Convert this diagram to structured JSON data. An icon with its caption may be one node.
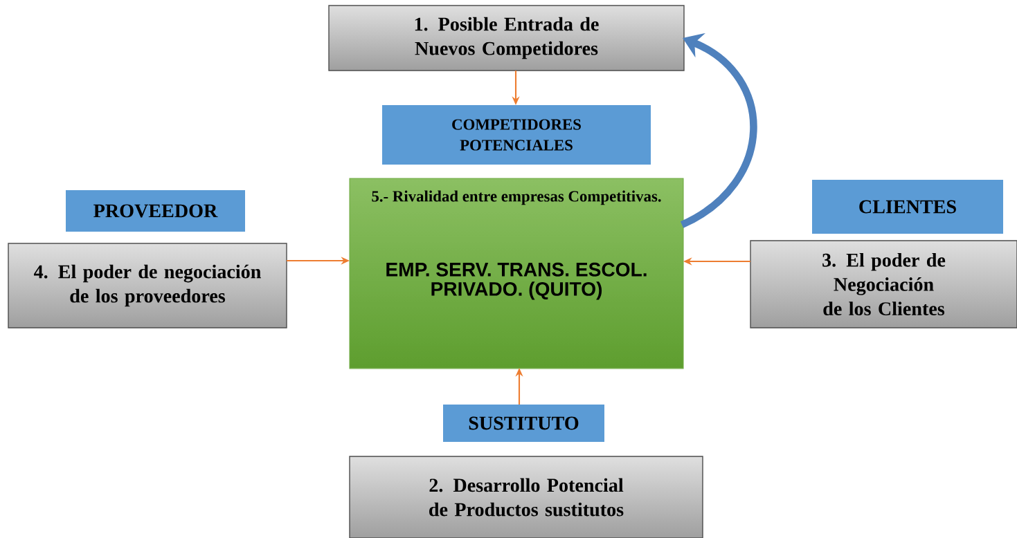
{
  "diagram": {
    "nodes": [
      {
        "text": [
          "1. Posible Entrada de Nuevos Competidores"
        ]
      },
      {
        "text": [
          "COMPETIDORES POTENCIALES"
        ]
      },
      {
        "text": [
          "5.- Rivalidad entre empresas Competitivas.",
          "EMP. SERV. TRANS. ESCOL. PRIVADO. (QUITO)"
        ]
      },
      {
        "text": [
          "PROVEEDOR"
        ]
      },
      {
        "text": [
          "4. El poder de negociación de los proveedores"
        ]
      },
      {
        "text": [
          "CLIENTES"
        ]
      },
      {
        "text": [
          "3. El poder de Negociación de los Clientes"
        ]
      },
      {
        "text": [
          "SUSTITUTO"
        ]
      },
      {
        "text": [
          "2. Desarrollo Potencial de Productos sustitutos"
        ]
      }
    ],
    "edges": [
      {
        "from": 0,
        "to": 1,
        "arrow": "to"
      },
      {
        "from": 4,
        "to": 2,
        "arrow": "to"
      },
      {
        "from": 6,
        "to": 2,
        "arrow": "to"
      },
      {
        "from": 7,
        "to": 2,
        "arrow": "to"
      },
      {
        "from": 2,
        "to": 0,
        "arrow": "to",
        "style": "thick",
        "color": "#4f81bd"
      }
    ]
  }
}
